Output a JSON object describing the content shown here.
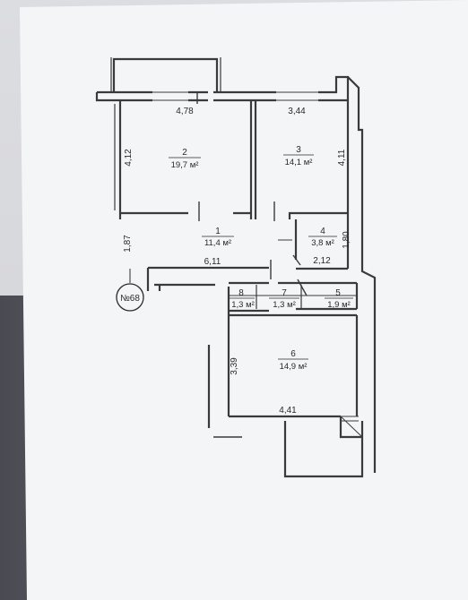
{
  "plan_number": "№68",
  "rooms": [
    {
      "id": "1",
      "area": "11,4 м²"
    },
    {
      "id": "2",
      "area": "19,7 м²"
    },
    {
      "id": "3",
      "area": "14,1 м²"
    },
    {
      "id": "4",
      "area": "3,8 м²"
    },
    {
      "id": "5",
      "area": "1,9 м²"
    },
    {
      "id": "6",
      "area": "14,9 м²"
    },
    {
      "id": "7",
      "area": "1,3 м²"
    },
    {
      "id": "8",
      "area": "1,3 м²"
    }
  ],
  "dimensions": {
    "room2_width": "4,78",
    "room2_height": "4,12",
    "room3_width": "3,44",
    "room3_height": "4,11",
    "room4_height": "1,80",
    "room4_width": "2,12",
    "hall_width": "6,11",
    "left_segment": "1,87",
    "room6_height": "3,39",
    "room6_width": "4,41"
  },
  "colors": {
    "wall": "#3a3a3a",
    "paper": "#f4f5f7"
  }
}
